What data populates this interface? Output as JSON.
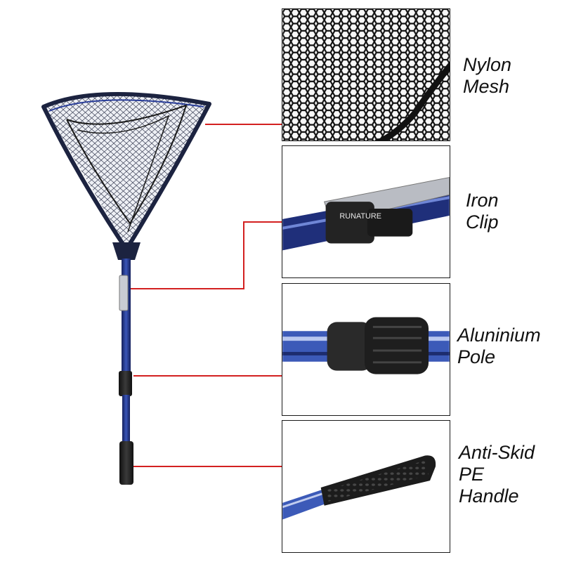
{
  "features": [
    {
      "id": "mesh",
      "lines": [
        "Nylon",
        "Mesh"
      ]
    },
    {
      "id": "clip",
      "lines": [
        "Iron",
        "Clip"
      ],
      "clip_brand": "RUNATURE"
    },
    {
      "id": "pole",
      "lines": [
        "Aluninium",
        "Pole"
      ]
    },
    {
      "id": "handle",
      "lines": [
        "Anti-Skid",
        "PE",
        "Handle"
      ]
    }
  ],
  "colors": {
    "callout_line": "#d32020",
    "pole_blue": "#1f2f7a",
    "frame_dark": "#1c2340",
    "grip_black": "#222222"
  }
}
